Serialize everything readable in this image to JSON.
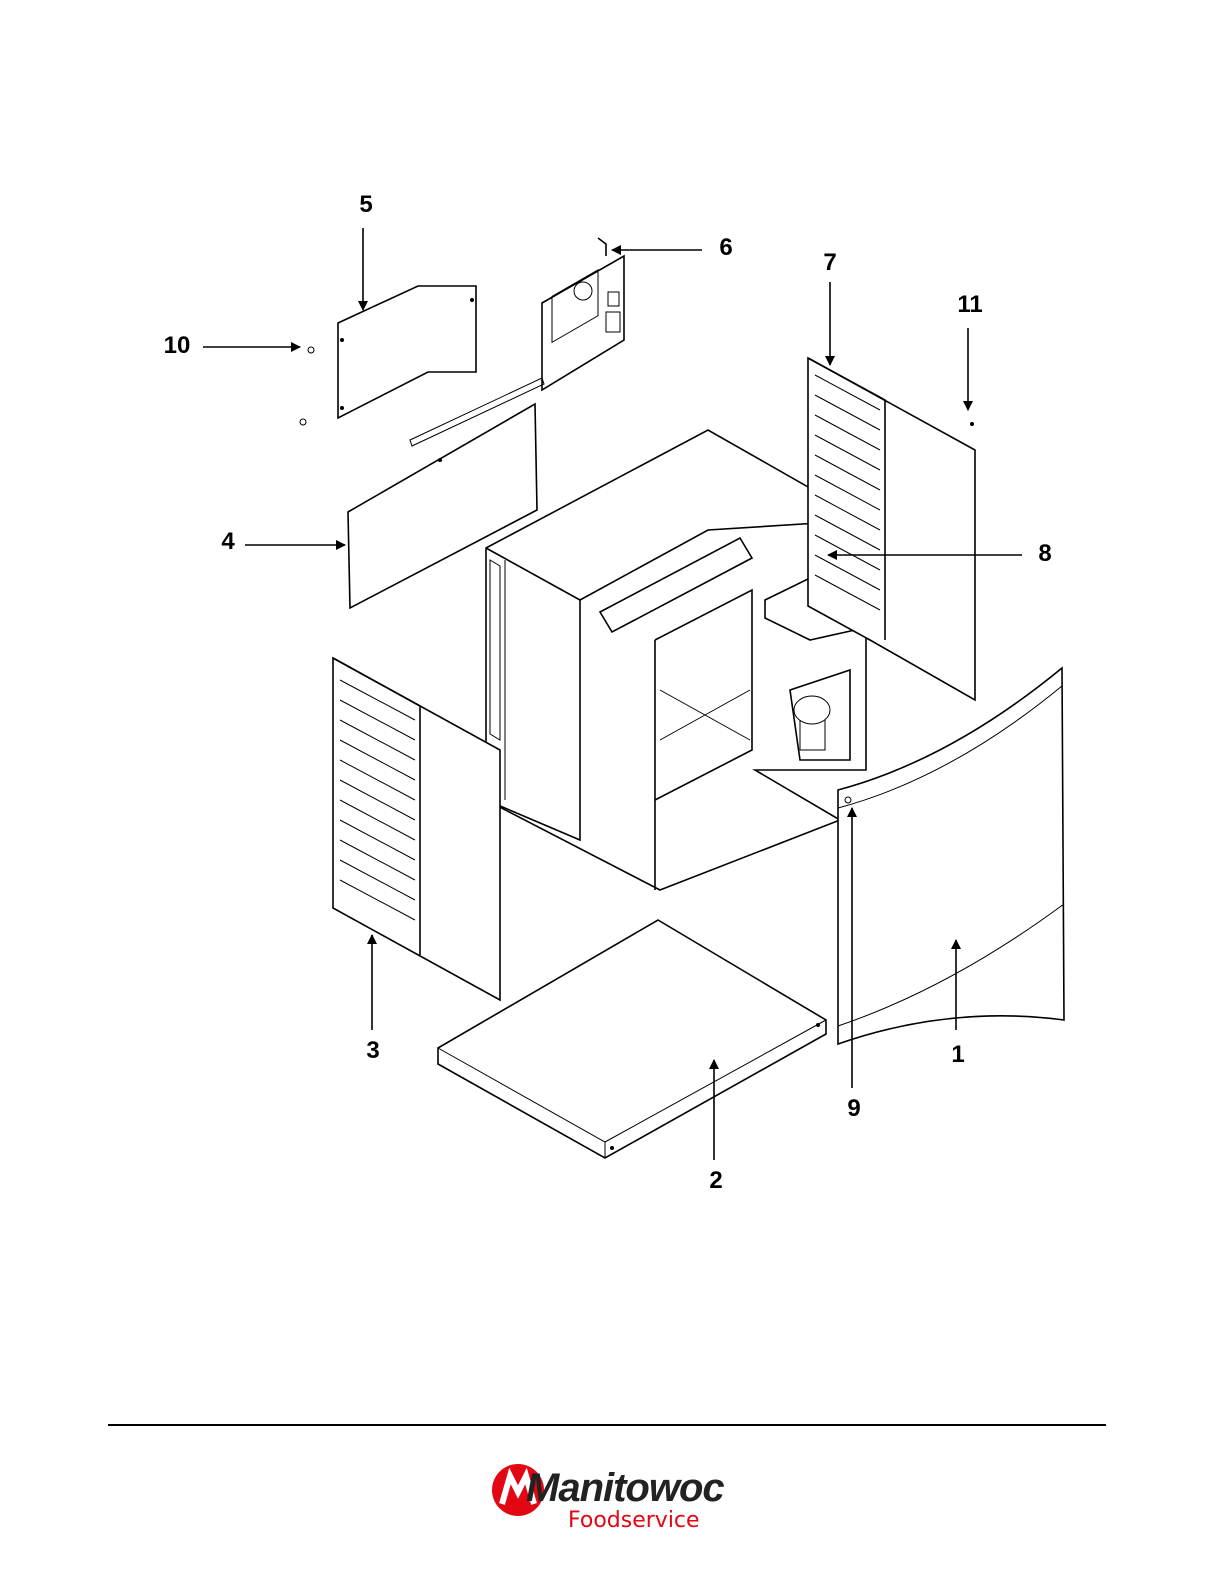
{
  "callouts": [
    {
      "num": "1"
    },
    {
      "num": "2"
    },
    {
      "num": "3"
    },
    {
      "num": "4"
    },
    {
      "num": "5"
    },
    {
      "num": "6"
    },
    {
      "num": "7"
    },
    {
      "num": "8"
    },
    {
      "num": "9"
    },
    {
      "num": "10"
    },
    {
      "num": "11"
    }
  ],
  "footer": {
    "brand": "Manitowoc",
    "brand_sub": "Foodservice",
    "brand_color": "#e30613"
  }
}
